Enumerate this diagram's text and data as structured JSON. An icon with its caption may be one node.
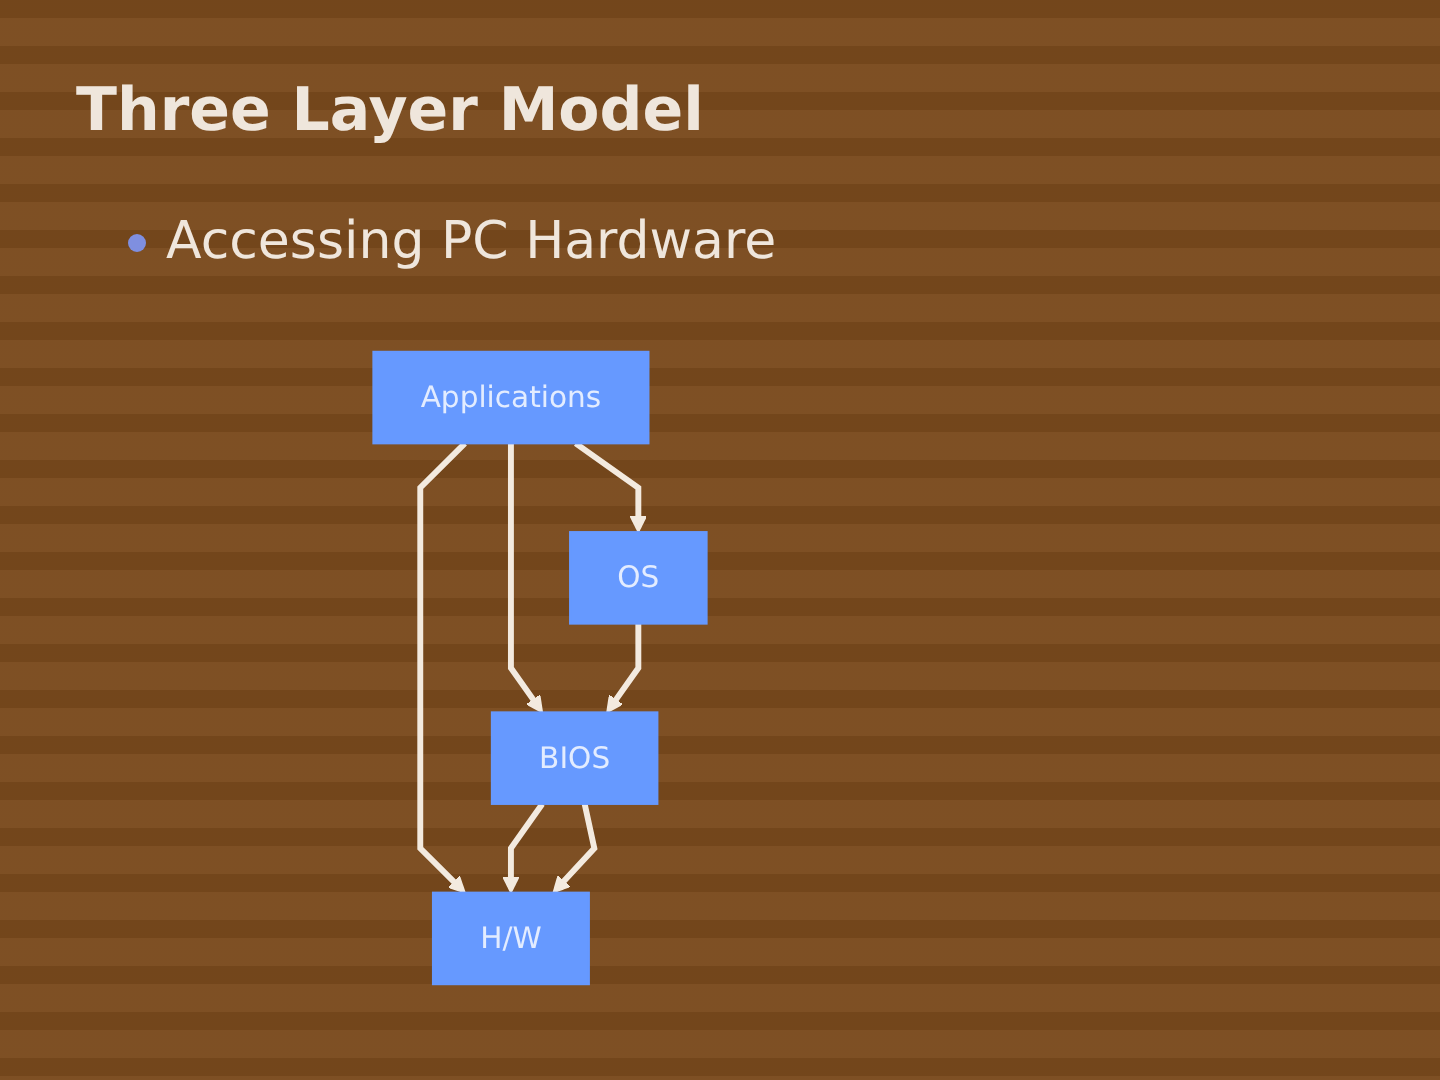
{
  "diagram": {
    "title": "Three Layer Model",
    "nodes": [
      {
        "text": [
          "Applications"
        ]
      },
      {
        "text": [
          "OS"
        ]
      },
      {
        "text": [
          "BIOS"
        ]
      },
      {
        "text": [
          "H/W"
        ]
      }
    ],
    "edges": [
      {
        "from": 0,
        "to": 3,
        "arrow": "to"
      },
      {
        "from": 0,
        "to": 2,
        "arrow": "to"
      },
      {
        "from": 0,
        "to": 1,
        "arrow": "to"
      },
      {
        "from": 1,
        "to": 2,
        "arrow": "to"
      },
      {
        "from": 2,
        "to": 3,
        "arrow": "to"
      },
      {
        "from": 2,
        "to": 3,
        "arrow": "to"
      }
    ],
    "labels": [
      "Accessing PC Hardware"
    ]
  }
}
